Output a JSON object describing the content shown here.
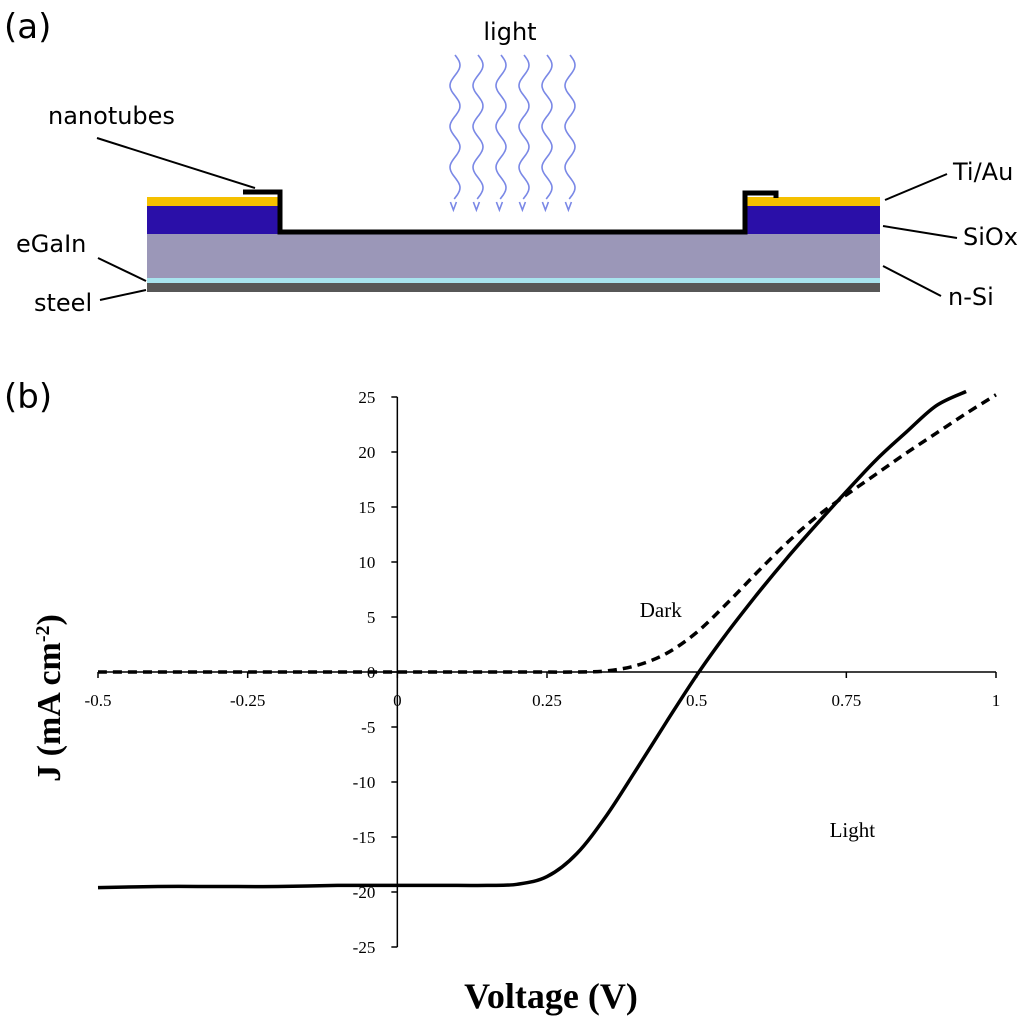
{
  "panel_a": {
    "panel_label": "(a)",
    "labels": {
      "light": "light",
      "nanotubes": "nanotubes",
      "ti_au": "Ti/Au",
      "siox": "SiOx",
      "egain": "eGaIn",
      "n_si": "n-Si",
      "steel": "steel"
    },
    "colors": {
      "ti_au": "#f5c000",
      "siox": "#2a0fa8",
      "n_si": "#9b97b8",
      "egain": "#a8e4ee",
      "steel": "#575757",
      "light_rays": "#7a88e6",
      "nanotubes": "#000000"
    },
    "light_ray_count": 6
  },
  "chart_data": {
    "type": "line",
    "panel_label": "(b)",
    "xlabel": "Voltage (V)",
    "ylabel": "J (mA cm",
    "ylabel_sup": "-2",
    "ylabel_close": ")",
    "xlim": [
      -0.5,
      1
    ],
    "ylim": [
      -25,
      25
    ],
    "xticks": [
      -0.5,
      -0.25,
      0,
      0.25,
      0.5,
      0.75,
      1
    ],
    "xtick_labels": [
      "-0.5",
      "-0.25",
      "0",
      "0.25",
      "0.5",
      "0.75",
      "1"
    ],
    "yticks": [
      25,
      20,
      15,
      10,
      5,
      0,
      -5,
      -10,
      -15,
      -20,
      -25
    ],
    "ytick_labels": [
      "25",
      "20",
      "15",
      "10",
      "5",
      "0",
      "-5",
      "-10",
      "-15",
      "-20",
      "-25"
    ],
    "grid": false,
    "annotations": [
      {
        "text": "Dark",
        "x": 0.44,
        "y": 5
      },
      {
        "text": "Light",
        "x": 0.76,
        "y": -15
      }
    ],
    "series": [
      {
        "name": "Light",
        "style": "solid",
        "x": [
          -0.5,
          -0.4,
          -0.3,
          -0.2,
          -0.1,
          0,
          0.1,
          0.15,
          0.2,
          0.25,
          0.3,
          0.35,
          0.4,
          0.45,
          0.5,
          0.55,
          0.6,
          0.65,
          0.7,
          0.75,
          0.8,
          0.85,
          0.9,
          0.95
        ],
        "y": [
          -19.6,
          -19.5,
          -19.5,
          -19.5,
          -19.4,
          -19.4,
          -19.4,
          -19.4,
          -19.3,
          -18.6,
          -16.5,
          -13,
          -8.8,
          -4.5,
          -0.3,
          3.5,
          7,
          10.3,
          13.4,
          16.4,
          19.3,
          21.8,
          24.2,
          25.5
        ]
      },
      {
        "name": "Dark",
        "style": "dashed",
        "x": [
          -0.5,
          -0.25,
          0,
          0.2,
          0.3,
          0.35,
          0.4,
          0.45,
          0.5,
          0.55,
          0.6,
          0.65,
          0.7,
          0.75,
          0.8,
          0.85,
          0.9,
          0.95,
          1.0
        ],
        "y": [
          0,
          0,
          0,
          0,
          0,
          0.1,
          0.6,
          1.7,
          3.6,
          6.2,
          9,
          11.7,
          14.1,
          16.1,
          18,
          19.9,
          21.7,
          23.5,
          25.2
        ]
      }
    ]
  }
}
